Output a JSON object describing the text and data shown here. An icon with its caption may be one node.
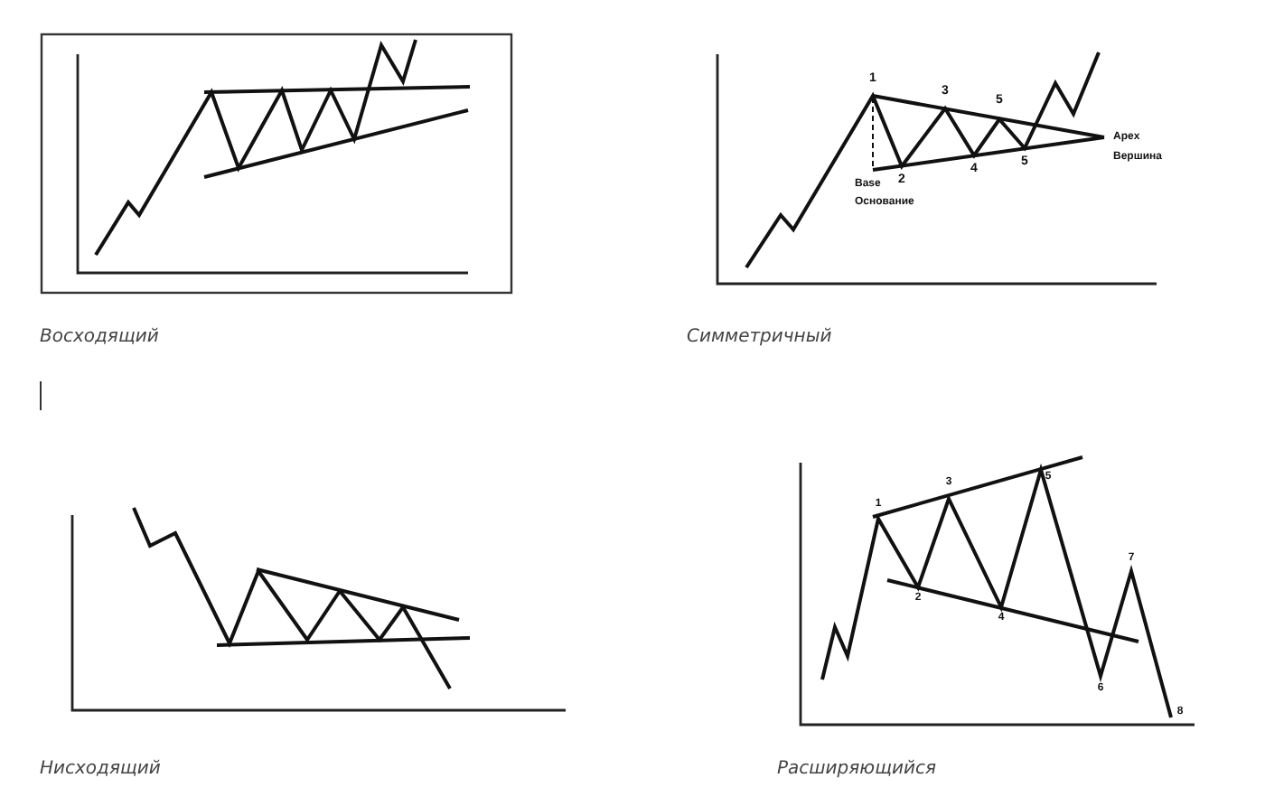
{
  "diagram": {
    "labels": [
      "1",
      "3",
      "5",
      "Apex",
      "Вершина",
      "2",
      "4",
      "5",
      "Base",
      "Основание",
      "Восходящий",
      "Симметричный",
      "1",
      "2",
      "3",
      "4",
      "5",
      "6",
      "7",
      "8",
      "Нисходящий",
      "Расширяющийся"
    ]
  }
}
